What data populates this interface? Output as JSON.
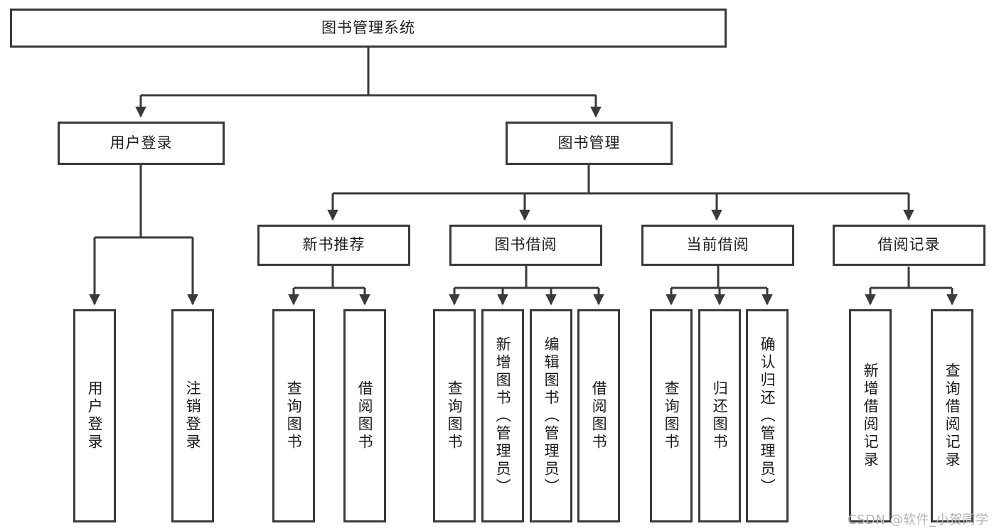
{
  "diagram": {
    "type": "tree-hierarchy-chart",
    "title": "图书管理系统",
    "watermark": "CSDN @软件_小贺同学",
    "colors": {
      "background": "#ffffff",
      "node_border": "#3a3a3a",
      "node_fill": "#ffffff",
      "edge": "#3a3a3a",
      "text": "#1b1b1b",
      "watermark": "#b4b4b4"
    },
    "levels": [
      {
        "level": 1,
        "nodes": [
          {
            "id": "root",
            "label": "图书管理系统",
            "orientation": "horizontal"
          }
        ]
      },
      {
        "level": 2,
        "nodes": [
          {
            "id": "user-login",
            "label": "用户登录",
            "orientation": "horizontal",
            "parent": "root"
          },
          {
            "id": "book-manage",
            "label": "图书管理",
            "orientation": "horizontal",
            "parent": "root"
          }
        ]
      },
      {
        "level": 3,
        "nodes": [
          {
            "id": "new-book-rec",
            "label": "新书推荐",
            "orientation": "horizontal",
            "parent": "book-manage"
          },
          {
            "id": "book-borrow",
            "label": "图书借阅",
            "orientation": "horizontal",
            "parent": "book-manage"
          },
          {
            "id": "current-borrow",
            "label": "当前借阅",
            "orientation": "horizontal",
            "parent": "book-manage"
          },
          {
            "id": "borrow-record",
            "label": "借阅记录",
            "orientation": "horizontal",
            "parent": "book-manage"
          }
        ]
      },
      {
        "level": 4,
        "nodes": [
          {
            "id": "leaf-1",
            "label": "用户登录",
            "orientation": "vertical",
            "parent": "user-login"
          },
          {
            "id": "leaf-2",
            "label": "注销登录",
            "orientation": "vertical",
            "parent": "user-login"
          },
          {
            "id": "leaf-3",
            "label": "查询图书",
            "orientation": "vertical",
            "parent": "new-book-rec"
          },
          {
            "id": "leaf-4",
            "label": "借阅图书",
            "orientation": "vertical",
            "parent": "new-book-rec"
          },
          {
            "id": "leaf-5",
            "label": "查询图书",
            "orientation": "vertical",
            "parent": "book-borrow"
          },
          {
            "id": "leaf-6",
            "label": "新增图书（管理员）",
            "orientation": "vertical",
            "parent": "book-borrow"
          },
          {
            "id": "leaf-7",
            "label": "编辑图书（管理员）",
            "orientation": "vertical",
            "parent": "book-borrow"
          },
          {
            "id": "leaf-8",
            "label": "借阅图书",
            "orientation": "vertical",
            "parent": "book-borrow"
          },
          {
            "id": "leaf-9",
            "label": "查询图书",
            "orientation": "vertical",
            "parent": "current-borrow"
          },
          {
            "id": "leaf-10",
            "label": "归还图书",
            "orientation": "vertical",
            "parent": "current-borrow"
          },
          {
            "id": "leaf-11",
            "label": "确认归还（管理员）",
            "orientation": "vertical",
            "parent": "current-borrow"
          },
          {
            "id": "leaf-12",
            "label": "新增借阅记录",
            "orientation": "vertical",
            "parent": "borrow-record"
          },
          {
            "id": "leaf-13",
            "label": "查询借阅记录",
            "orientation": "vertical",
            "parent": "borrow-record"
          }
        ]
      }
    ]
  }
}
